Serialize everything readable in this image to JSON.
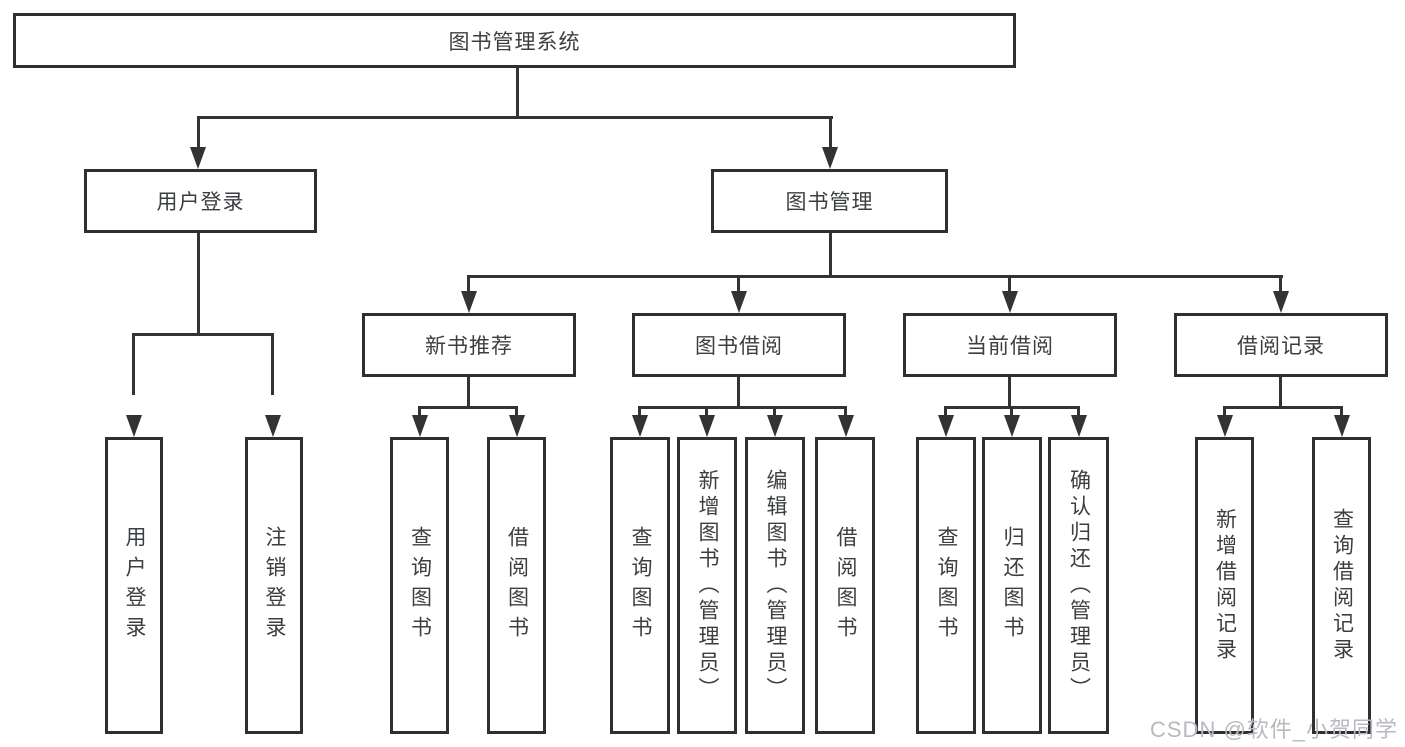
{
  "colors": {
    "line": "#333333",
    "box_border": "#2e2f31",
    "text": "#3c3f42",
    "watermark_text_color": "#b7babe",
    "background": "#ffffff"
  },
  "root": {
    "label": "图书管理系统"
  },
  "level2": [
    {
      "label": "用户登录"
    },
    {
      "label": "图书管理"
    }
  ],
  "level3": [
    {
      "label": "新书推荐"
    },
    {
      "label": "图书借阅"
    },
    {
      "label": "当前借阅"
    },
    {
      "label": "借阅记录"
    }
  ],
  "leaves": {
    "user_login": [
      {
        "label": "用户登录"
      },
      {
        "label": "注销登录"
      }
    ],
    "new_book_recommend": [
      {
        "label": "查询图书"
      },
      {
        "label": "借阅图书"
      }
    ],
    "book_borrow": [
      {
        "label": "查询图书"
      },
      {
        "label": "新增图书（管理员）"
      },
      {
        "label": "编辑图书（管理员）"
      },
      {
        "label": "借阅图书"
      }
    ],
    "current_borrow": [
      {
        "label": "查询图书"
      },
      {
        "label": "归还图书"
      },
      {
        "label": "确认归还（管理员）"
      }
    ],
    "borrow_records": [
      {
        "label": "新增借阅记录"
      },
      {
        "label": "查询借阅记录"
      }
    ]
  },
  "watermark": {
    "text": "CSDN @软件_小贺同学"
  }
}
